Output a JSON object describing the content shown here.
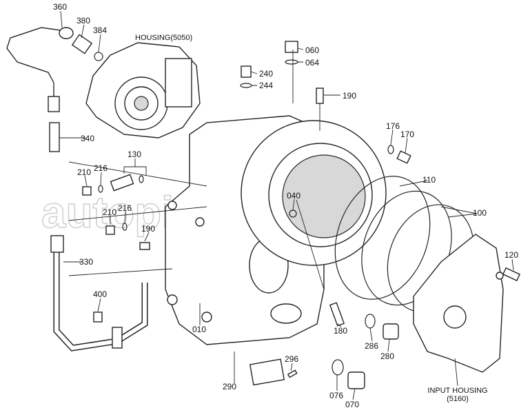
{
  "diagram": {
    "watermark": "autopiter.ru",
    "labels": {
      "p360": "360",
      "p380": "380",
      "p384": "384",
      "housing_5050": "HOUSING(5050)",
      "p060": "060",
      "p064": "064",
      "p240": "240",
      "p244": "244",
      "p190a": "190",
      "p176": "176",
      "p170": "170",
      "p340": "340",
      "p130": "130",
      "p210a": "210",
      "p216a": "216",
      "p040": "040",
      "p110": "110",
      "p100": "100",
      "p210b": "210",
      "p216b": "216",
      "p190b": "190",
      "p330": "330",
      "p120": "120",
      "p400": "400",
      "p010": "010",
      "p180": "180",
      "p286": "286",
      "p280": "280",
      "p296": "296",
      "p290": "290",
      "p076": "076",
      "p070": "070",
      "input_housing_line1": "INPUT HOUSING",
      "input_housing_line2": "(5160)"
    }
  }
}
